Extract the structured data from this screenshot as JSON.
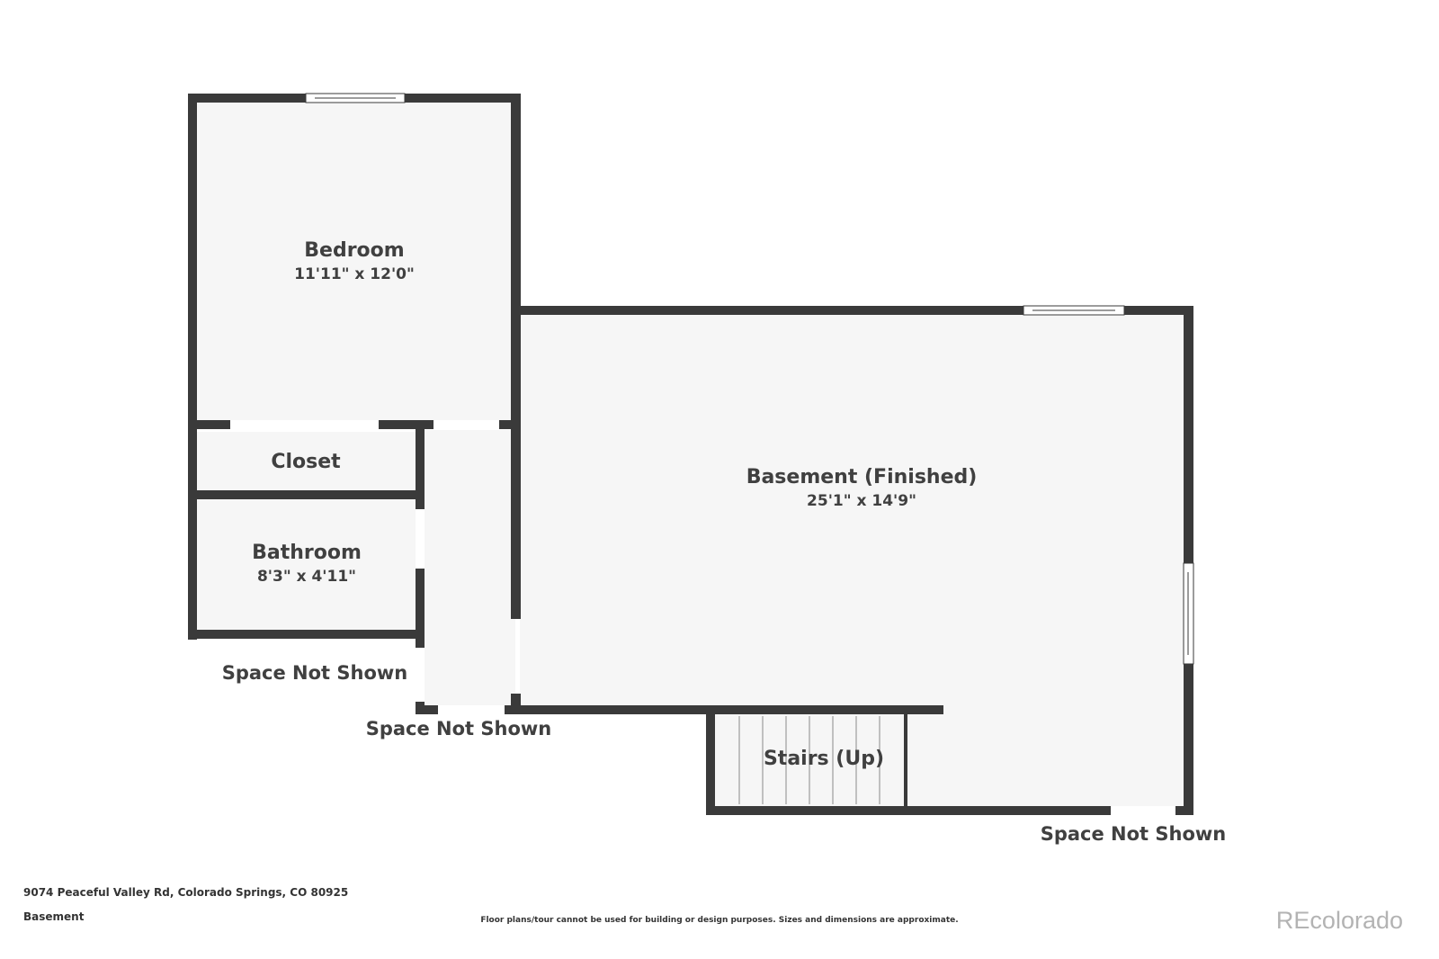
{
  "rooms": {
    "bedroom": {
      "name": "Bedroom",
      "dims": "11'11\" x 12'0\""
    },
    "closet": {
      "name": "Closet"
    },
    "bathroom": {
      "name": "Bathroom",
      "dims": "8'3\" x 4'11\""
    },
    "basement": {
      "name": "Basement (Finished)",
      "dims": "25'1\" x 14'9\""
    },
    "stairs": {
      "name": "Stairs (Up)"
    }
  },
  "outside_labels": {
    "left": "Space Not Shown",
    "bottom_center": "Space Not Shown",
    "bottom_right": "Space Not Shown"
  },
  "footer": {
    "address": "9074 Peaceful Valley Rd, Colorado Springs, CO 80925",
    "level": "Basement",
    "disclaimer": "Floor plans/tour cannot be used for building or design purposes. Sizes and dimensions are approximate.",
    "brand": "REcolorado"
  },
  "colors": {
    "wall": "#3a3a3a",
    "floor": "#f6f6f6",
    "text": "#404040",
    "brand": "#b3b3b3"
  }
}
